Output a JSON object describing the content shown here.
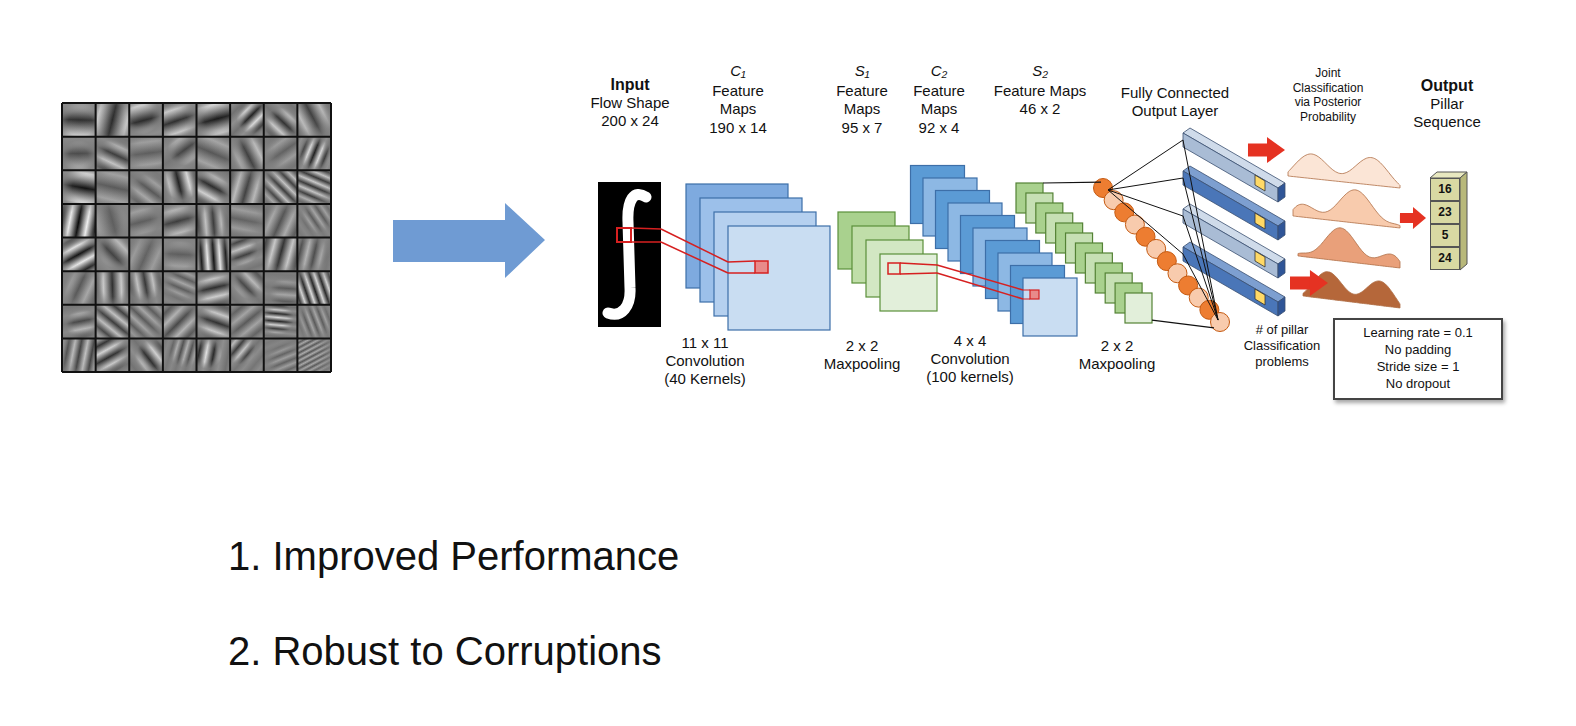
{
  "diagram": {
    "nodes": [
      {
        "text": [
          "Input",
          "Flow Shape 200 x 24"
        ]
      },
      {
        "text": [
          "C₁",
          "Feature Maps 190 x 14"
        ]
      },
      {
        "text": [
          "S₁",
          "Feature Maps 95 x 7"
        ]
      },
      {
        "text": [
          "C₂",
          "Feature Maps 92 x 4"
        ]
      },
      {
        "text": [
          "S₂",
          "Feature Maps 46 x 2"
        ]
      },
      {
        "text": [
          "Fully Connected Output Layer"
        ]
      },
      {
        "text": [
          "# of pillar Classification problems"
        ]
      },
      {
        "text": [
          "Joint Classification via Posterior Probability"
        ]
      },
      {
        "text": [
          "Output",
          "Pillar Sequence"
        ]
      },
      {
        "text": [
          "16"
        ],
        "in": 8
      },
      {
        "text": [
          "23"
        ],
        "in": 8
      },
      {
        "text": [
          "5"
        ],
        "in": 8
      },
      {
        "text": [
          "24"
        ],
        "in": 8
      },
      {
        "text": [
          "Learning rate = 0.1",
          "No padding",
          "Stride size = 1",
          "No dropout"
        ]
      }
    ],
    "edges": [
      {
        "from": 0,
        "to": 1,
        "arrow": "none"
      },
      {
        "from": 2,
        "to": 3,
        "arrow": "none"
      },
      {
        "from": 4,
        "to": 5,
        "arrow": "none"
      },
      {
        "from": 5,
        "to": 6,
        "arrow": "none"
      },
      {
        "from": 6,
        "to": 7,
        "arrow": "to"
      },
      {
        "from": 7,
        "to": 8,
        "arrow": "to"
      }
    ],
    "labels": [
      "11 x 11 Convolution (40 Kernels)",
      "2 x 2 Maxpooling",
      "4 x 4 Convolution (100 kernels)",
      "2 x 2 Maxpooling",
      "1. Improved Performance",
      "2. Robust to Corruptions"
    ]
  }
}
